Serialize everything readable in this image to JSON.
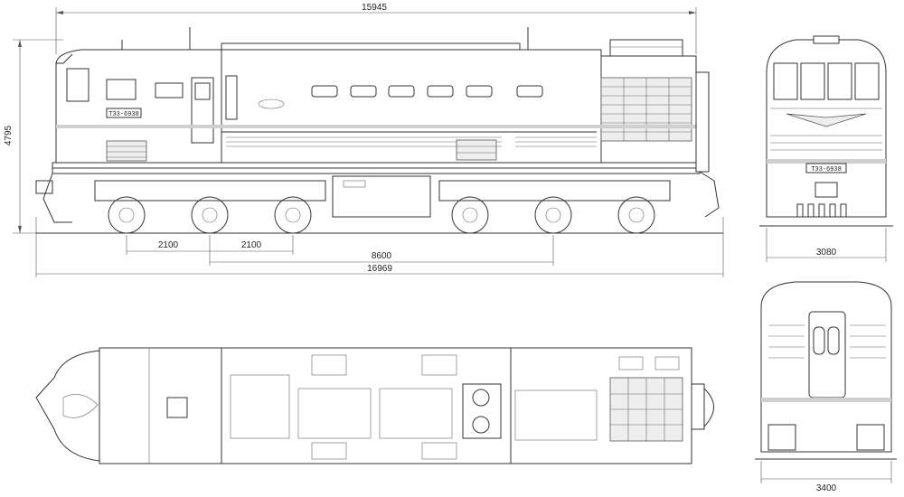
{
  "dimensions": {
    "body_length": "15945",
    "overall_height": "4795",
    "axle_spacing_1": "2100",
    "axle_spacing_2": "2100",
    "bogie_centers": "8600",
    "overall_length": "16969",
    "front_width": "3080",
    "rear_width": "3400"
  },
  "plates": {
    "side_number": "ТЭ3-6938",
    "front_number": "ТЭ3-6938"
  },
  "colors": {
    "line": "#333333",
    "background": "#ffffff",
    "stripe": "#cfcfcf"
  }
}
